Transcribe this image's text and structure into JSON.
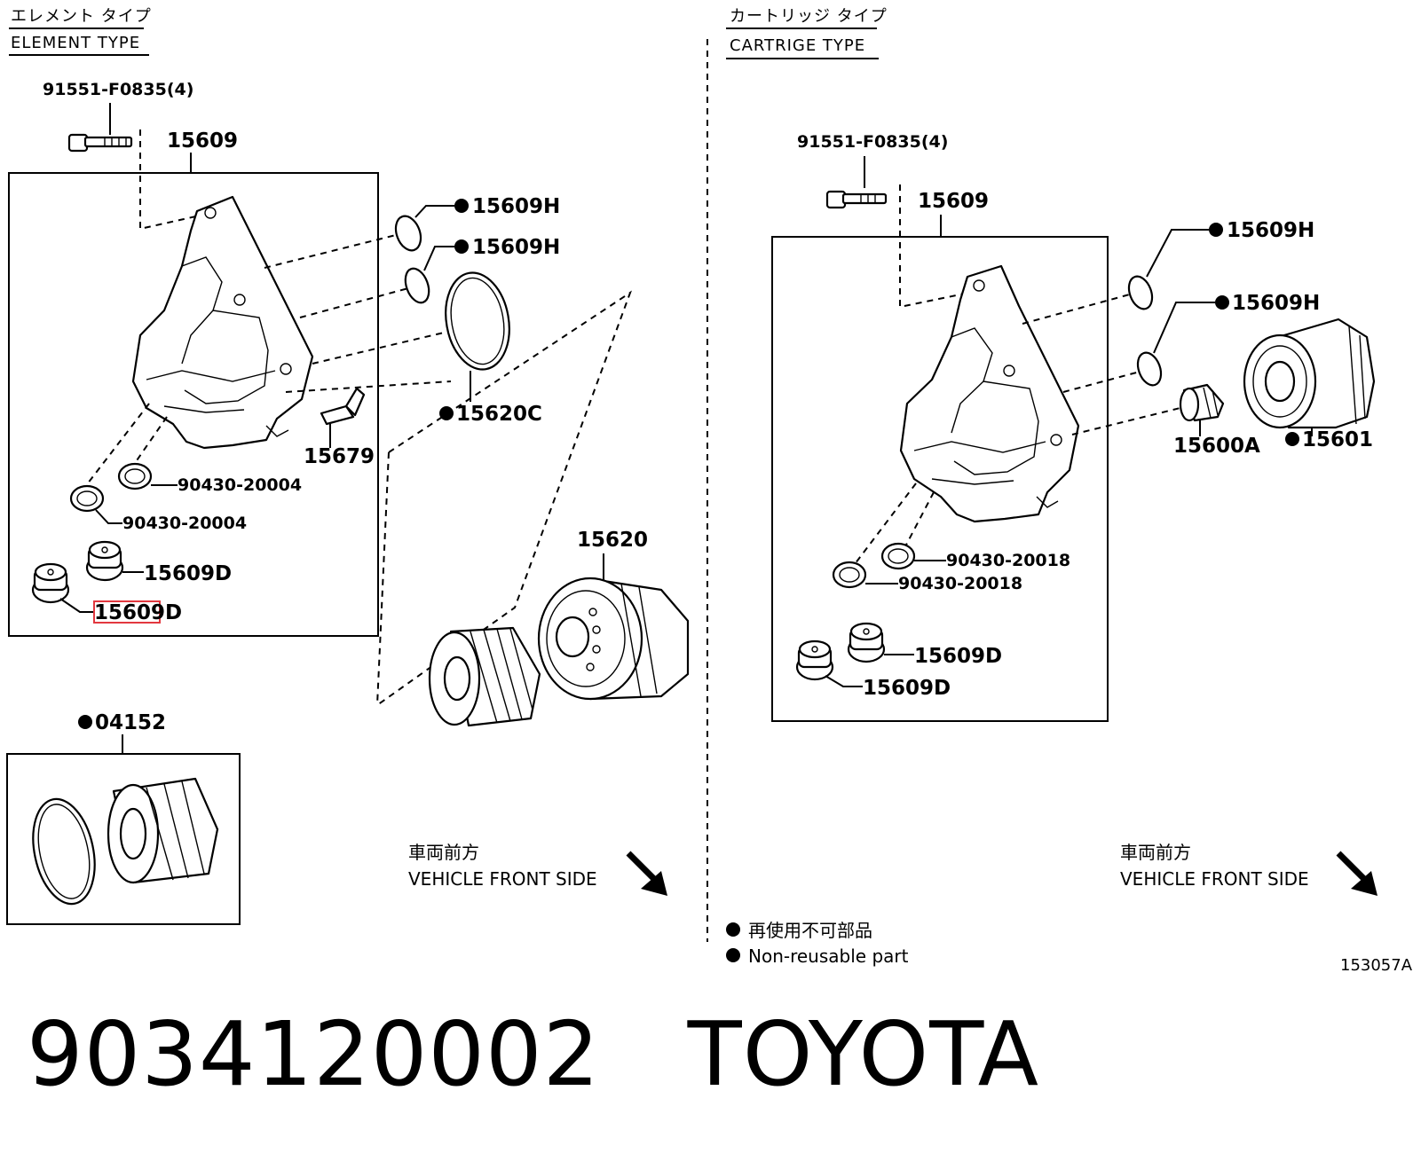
{
  "left_section": {
    "header_jp": "エレメント タイプ",
    "header_en": "ELEMENT TYPE"
  },
  "right_section": {
    "header_jp": "カートリッジ タイプ",
    "header_en": "CARTRIGE TYPE"
  },
  "left_labels": {
    "bolt": "91551-F0835(4)",
    "housing": "15609",
    "oring_a": "15609H",
    "oring_b": "15609H",
    "big_oring": "15620C",
    "sensor": "15679",
    "gasket_a": "90430-20004",
    "gasket_b": "90430-20004",
    "plug_a": "15609D",
    "plug_b": "15609D",
    "cap": "15620",
    "kit": "04152"
  },
  "right_labels": {
    "bolt": "91551-F0835(4)",
    "housing": "15609",
    "oring_a": "15609H",
    "oring_b": "15609H",
    "union": "15600A",
    "filter": "15601",
    "gasket_a": "90430-20018",
    "gasket_b": "90430-20018",
    "plug_a": "15609D",
    "plug_b": "15609D"
  },
  "front_side": {
    "jp": "車両前方",
    "en": "VEHICLE FRONT SIDE"
  },
  "legend": {
    "jp": "再使用不可部品",
    "en": "Non-reusable part"
  },
  "figure_code": "153057A",
  "caption": {
    "part_number": "9034120002",
    "brand": "TOYOTA"
  },
  "colors": {
    "highlight": "#e2383f",
    "line": "#000000"
  },
  "icons": {
    "bullet": "filled-circle",
    "front_arrow": "diagonal-arrow-down-right"
  }
}
